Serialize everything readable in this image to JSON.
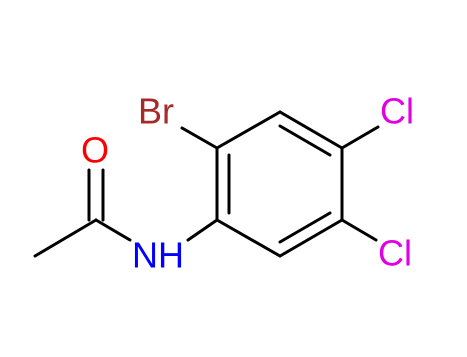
{
  "molecule": {
    "atoms": {
      "oxygen": {
        "text": "O",
        "color": "#ff0000"
      },
      "nitrogen": {
        "text": "NH",
        "color": "#0000ff"
      },
      "bromine": {
        "text": "Br",
        "color": "#a52a2a"
      },
      "chlorine_top": {
        "text": "Cl",
        "color": "#e000e0"
      },
      "chlorine_bottom": {
        "text": "Cl",
        "color": "#e000e0"
      }
    },
    "bond_color": "#000000"
  }
}
